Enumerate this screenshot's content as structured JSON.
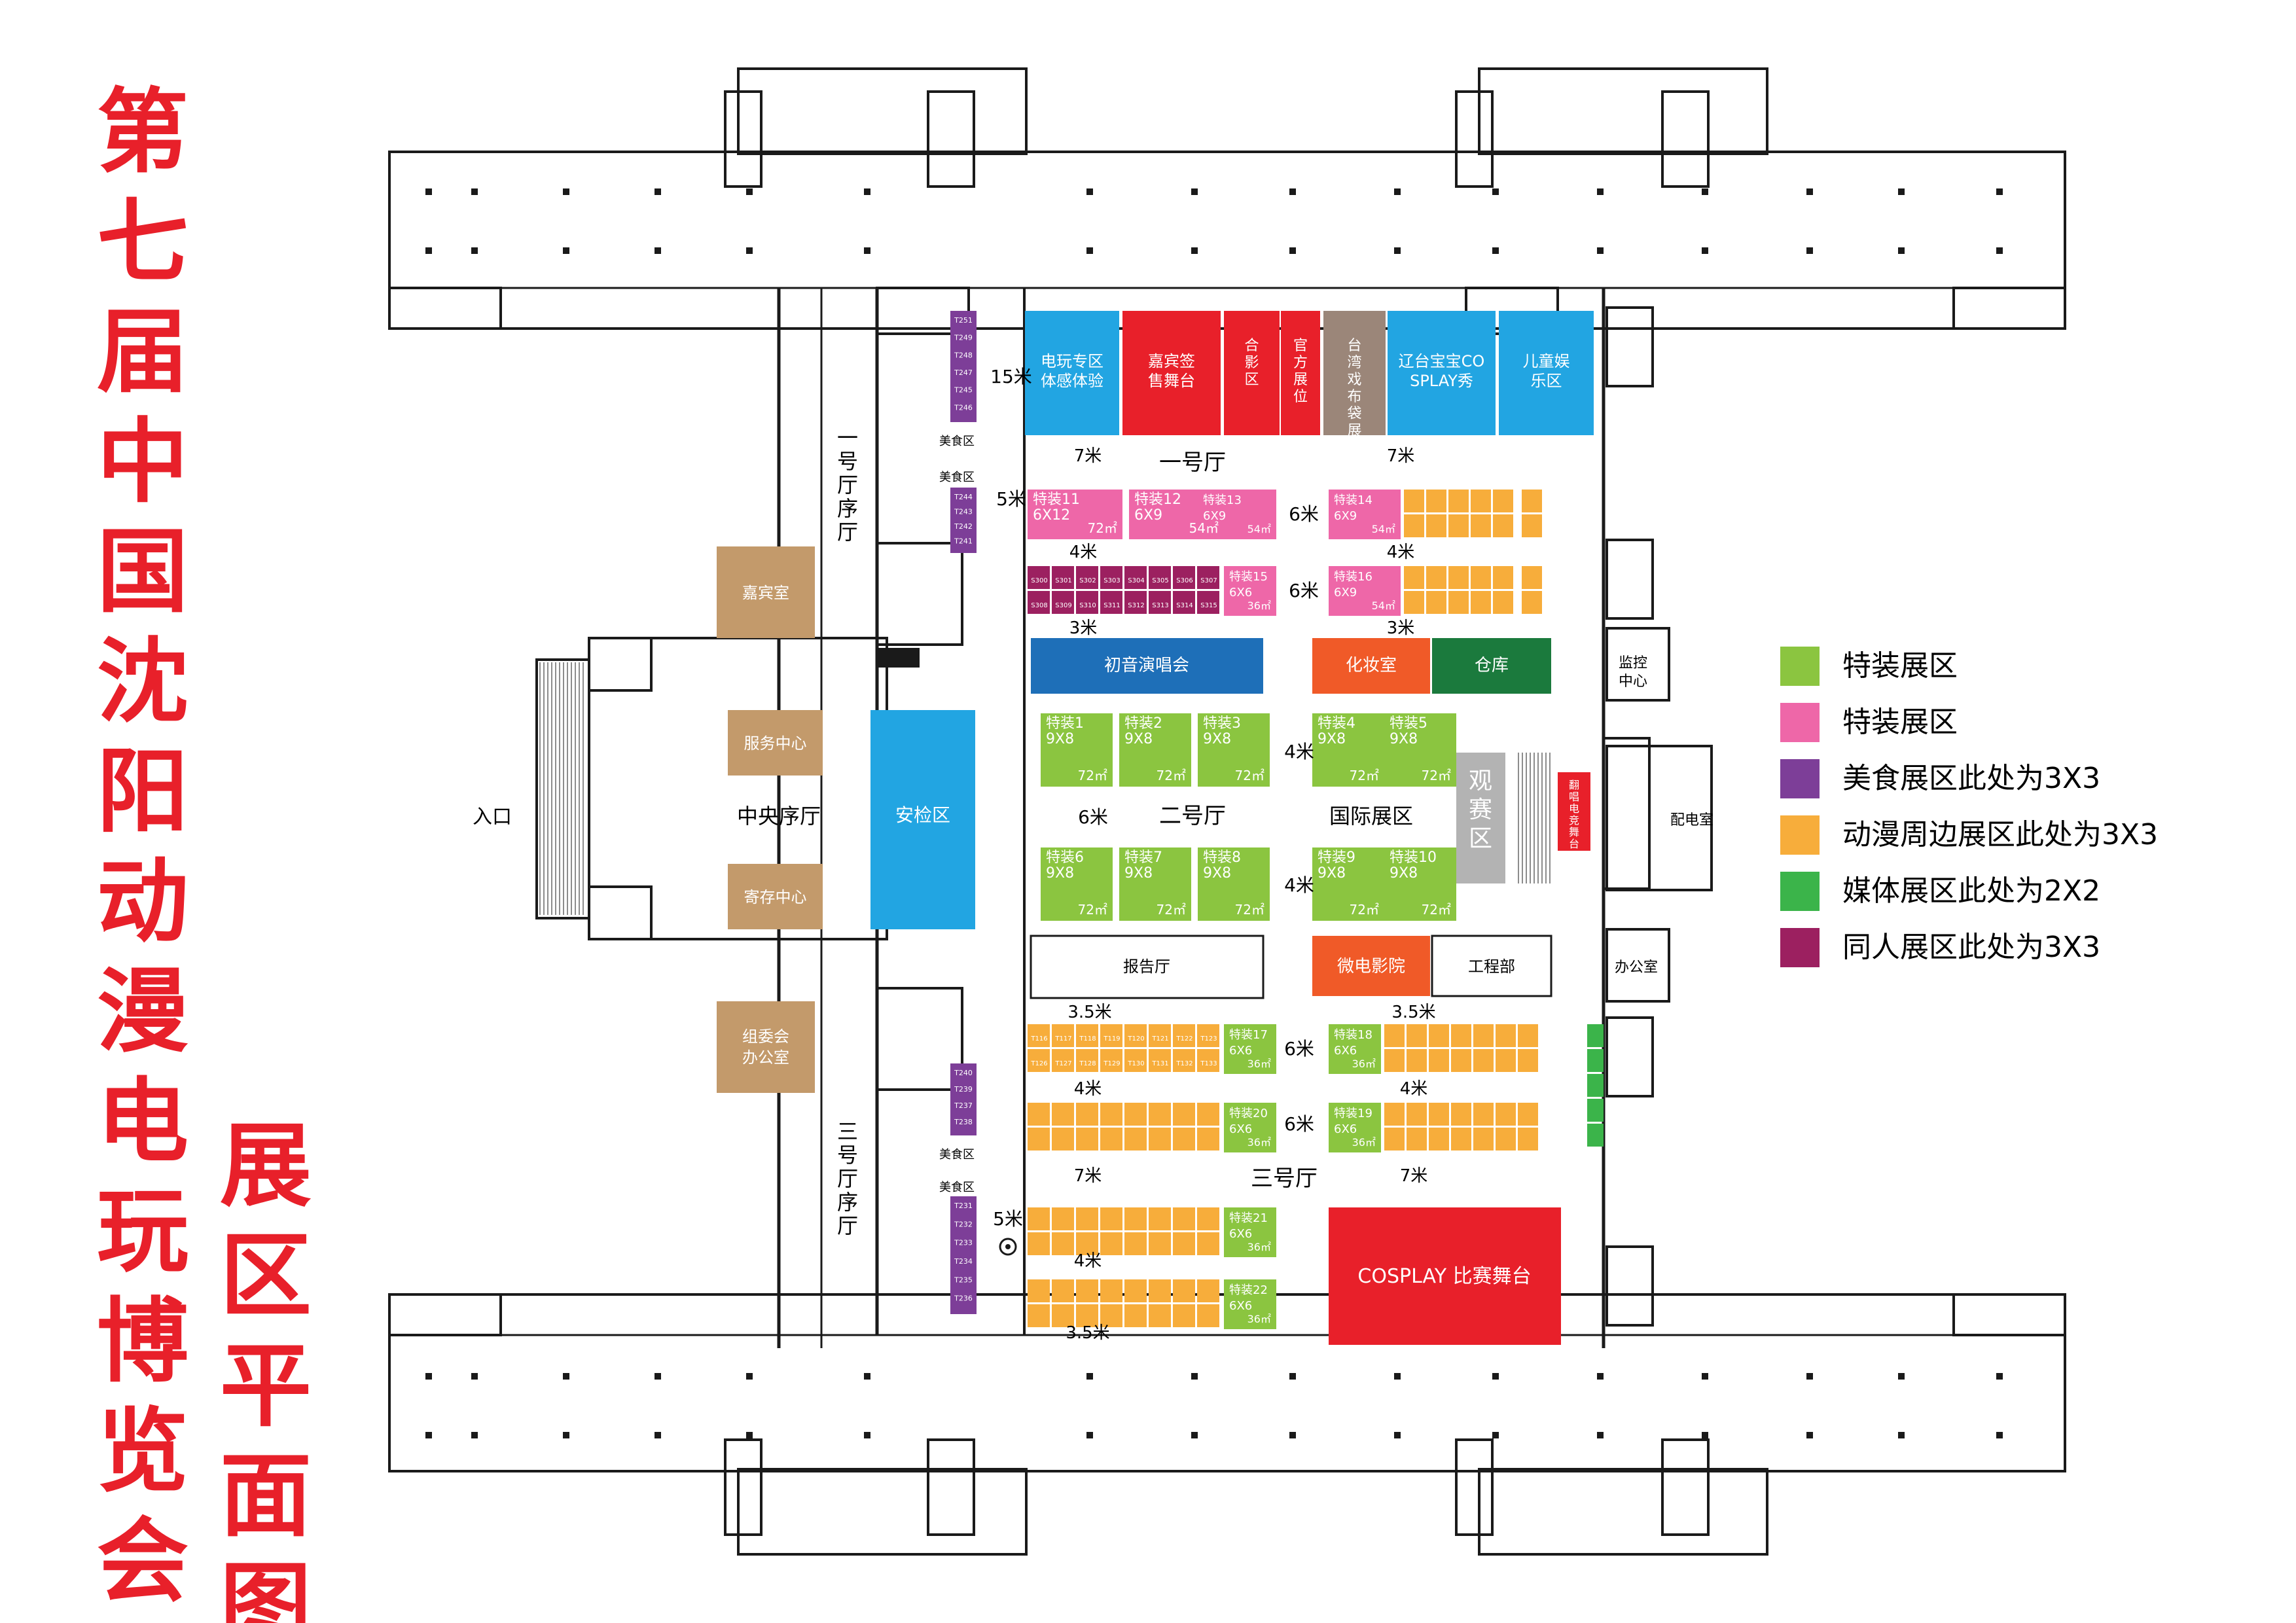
{
  "title": {
    "line1": "第七届中国沈阳动漫电玩博览会",
    "line2": "展区平面图"
  },
  "colors": {
    "title_red": "#e8202a",
    "blue": "#22a5e2",
    "red": "#e8202a",
    "brown_gray": "#9b8679",
    "pink": "#ee67a8",
    "green_special": "#8bc540",
    "orange": "#f7ad3b",
    "purple": "#7d3e98",
    "media_green": "#3bb44a",
    "maroon": "#9c2060",
    "dark_blue": "#1e6fb8",
    "orange_red": "#f05a28",
    "dark_green": "#1b7a3d",
    "tan": "#c39a6b",
    "gray": "#b3b3b3",
    "wall": "#1a1a1a"
  },
  "legend": [
    {
      "label": "特装展区",
      "color": "#8bc540"
    },
    {
      "label": "特装展区",
      "color": "#ee67a8"
    },
    {
      "label": "美食展区此处为3X3",
      "color": "#7d3e98"
    },
    {
      "label": "动漫周边展区此处为3X3",
      "color": "#f7ad3b"
    },
    {
      "label": "媒体展区此处为2X2",
      "color": "#3bb44a"
    },
    {
      "label": "同人展区此处为3X3",
      "color": "#9c2060"
    }
  ],
  "rooms": {
    "entrance": "入口",
    "central_hall": "中央序厅",
    "vip_room": "嘉宾室",
    "service_center": "服务中心",
    "storage_center": "寄存中心",
    "committee_office": "组委会办公室",
    "security": "安检区",
    "hall1_foyer": "一号厅序厅",
    "hall3_foyer": "三号厅序厅",
    "hall1": "一号厅",
    "hall2": "二号厅",
    "hall3": "三号厅",
    "intl_hall": "国际展区",
    "monitor": "监控中心",
    "power_room": "配电室",
    "office": "办公室",
    "engineering": "工程部",
    "lecture": "报告厅",
    "viewing": "观赛区",
    "dressing": "化妆室",
    "warehouse": "仓库",
    "micro_cinema": "微电影院",
    "miku_concert": "初音演唱会",
    "stage_small": "翻唱电竞舞台",
    "food_area": "美食区"
  },
  "hall1_top": [
    {
      "label": "电玩专区体感体验",
      "color": "#22a5e2"
    },
    {
      "label": "嘉宾签售舞台",
      "color": "#e8202a"
    },
    {
      "label": "合影区",
      "color": "#e8202a"
    },
    {
      "label": "官方展位",
      "color": "#e8202a"
    },
    {
      "label": "台湾戏布袋展演",
      "color": "#9b8679"
    },
    {
      "label": "辽台宝宝COSPLAY秀",
      "color": "#22a5e2"
    },
    {
      "label": "儿童娱乐区",
      "color": "#22a5e2"
    }
  ],
  "special_booths": [
    {
      "name": "特装11",
      "dim": "6X12",
      "area": "72㎡"
    },
    {
      "name": "特装12",
      "dim": "6X9",
      "area": "54㎡"
    },
    {
      "name": "特装13",
      "dim": "6X9",
      "area": "54㎡"
    },
    {
      "name": "特装14",
      "dim": "6X9",
      "area": "54㎡"
    },
    {
      "name": "特装15",
      "dim": "6X6",
      "area": "36㎡"
    },
    {
      "name": "特装16",
      "dim": "6X9",
      "area": "54㎡"
    },
    {
      "name": "特装1",
      "dim": "9X8",
      "area": "72㎡"
    },
    {
      "name": "特装2",
      "dim": "9X8",
      "area": "72㎡"
    },
    {
      "name": "特装3",
      "dim": "9X8",
      "area": "72㎡"
    },
    {
      "name": "特装4",
      "dim": "9X8",
      "area": "72㎡"
    },
    {
      "name": "特装5",
      "dim": "9X8",
      "area": "72㎡"
    },
    {
      "name": "特装6",
      "dim": "9X8",
      "area": "72㎡"
    },
    {
      "name": "特装7",
      "dim": "9X8",
      "area": "72㎡"
    },
    {
      "name": "特装8",
      "dim": "9X8",
      "area": "72㎡"
    },
    {
      "name": "特装9",
      "dim": "9X8",
      "area": "72㎡"
    },
    {
      "name": "特装10",
      "dim": "9X8",
      "area": "72㎡"
    },
    {
      "name": "特装17",
      "dim": "6X6",
      "area": "36㎡"
    },
    {
      "name": "特装18",
      "dim": "6X6",
      "area": "36㎡"
    },
    {
      "name": "特装19",
      "dim": "6X6",
      "area": "36㎡"
    },
    {
      "name": "特装20",
      "dim": "6X6",
      "area": "36㎡"
    },
    {
      "name": "特装21",
      "dim": "6X6",
      "area": "36㎡"
    },
    {
      "name": "特装22",
      "dim": "6X6",
      "area": "36㎡"
    }
  ],
  "cosplay_stage": "COSPLAY 比赛舞台",
  "distances": {
    "d15": "15米",
    "d7": "7米",
    "d5": "5米",
    "d6": "6米",
    "d4": "4米",
    "d3": "3米",
    "d35": "3.5米"
  },
  "food_booths_top": [
    "T251",
    "T249",
    "T248",
    "T247",
    "T245",
    "T246"
  ],
  "food_booths_mid": [
    "T244",
    "T243",
    "T242",
    "T241"
  ],
  "food_booths_low": [
    "T240",
    "T239",
    "T237",
    "T238"
  ],
  "food_booths_bottom": [
    "T231",
    "T232",
    "T233",
    "T234",
    "T235",
    "T236"
  ],
  "small_booth_labels": {
    "s_row_a": [
      "S300",
      "S301",
      "S302",
      "S303",
      "S304",
      "S305",
      "S306",
      "S307"
    ],
    "s_row_b": [
      "S308",
      "S309",
      "S310",
      "S311",
      "S312",
      "S313",
      "S314",
      "S315"
    ],
    "t_row_a": [
      "T116",
      "T117",
      "T118",
      "T119",
      "T120",
      "T121",
      "T122",
      "T123"
    ],
    "t_row_b": [
      "T126",
      "T127",
      "T128",
      "T129",
      "T130",
      "T131",
      "T132",
      "T133"
    ]
  }
}
